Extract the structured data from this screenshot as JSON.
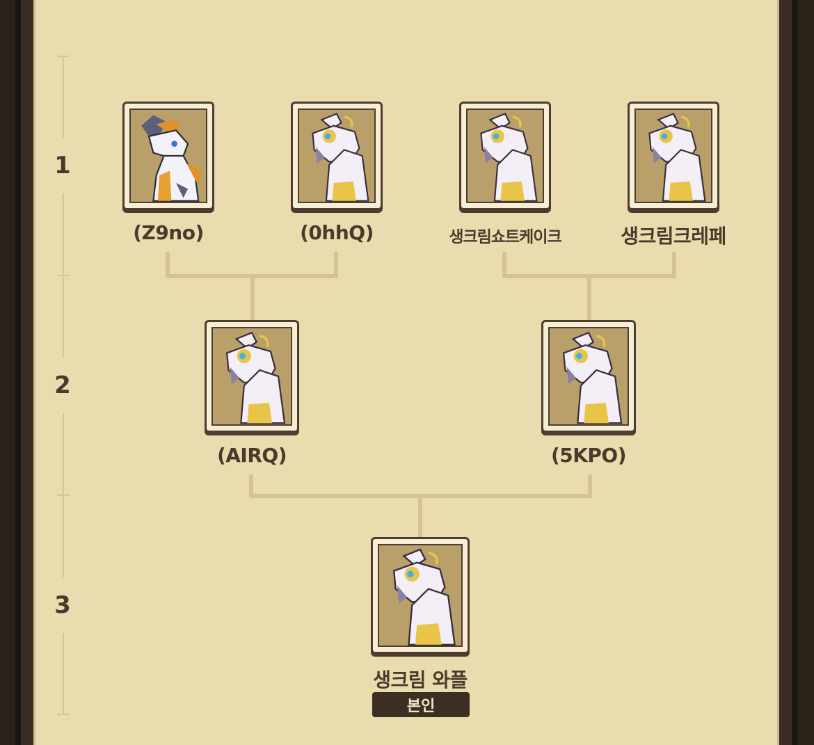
{
  "generations": [
    "1",
    "2",
    "3"
  ],
  "gen1": [
    {
      "name": "(Z9no)",
      "variant": "silver-dragon",
      "colors": {
        "body": "#f2f2f8",
        "accent": "#e0922a",
        "mane": "#5b5f7a"
      }
    },
    {
      "name": "(0hhQ)",
      "variant": "cream-unicorn"
    },
    {
      "name": "생크림쇼트케이크",
      "variant": "cream-unicorn"
    },
    {
      "name": "생크림크레페",
      "variant": "cream-unicorn"
    }
  ],
  "gen2": [
    {
      "name": "(AIRQ)",
      "variant": "cream-unicorn"
    },
    {
      "name": "(5KPO)",
      "variant": "cream-unicorn"
    }
  ],
  "gen3": [
    {
      "name": "생크림 와플",
      "variant": "cream-unicorn",
      "badge": "본인"
    }
  ],
  "colors": {
    "panel": "#e9dcae",
    "frame": "#2d241d",
    "connector": "#d5c394",
    "text": "#4b3a2c",
    "card_bg": "#b9a06a",
    "unicorn_body": "#f4eef6",
    "unicorn_shade": "#8d7fa3",
    "gold": "#e8c548"
  }
}
